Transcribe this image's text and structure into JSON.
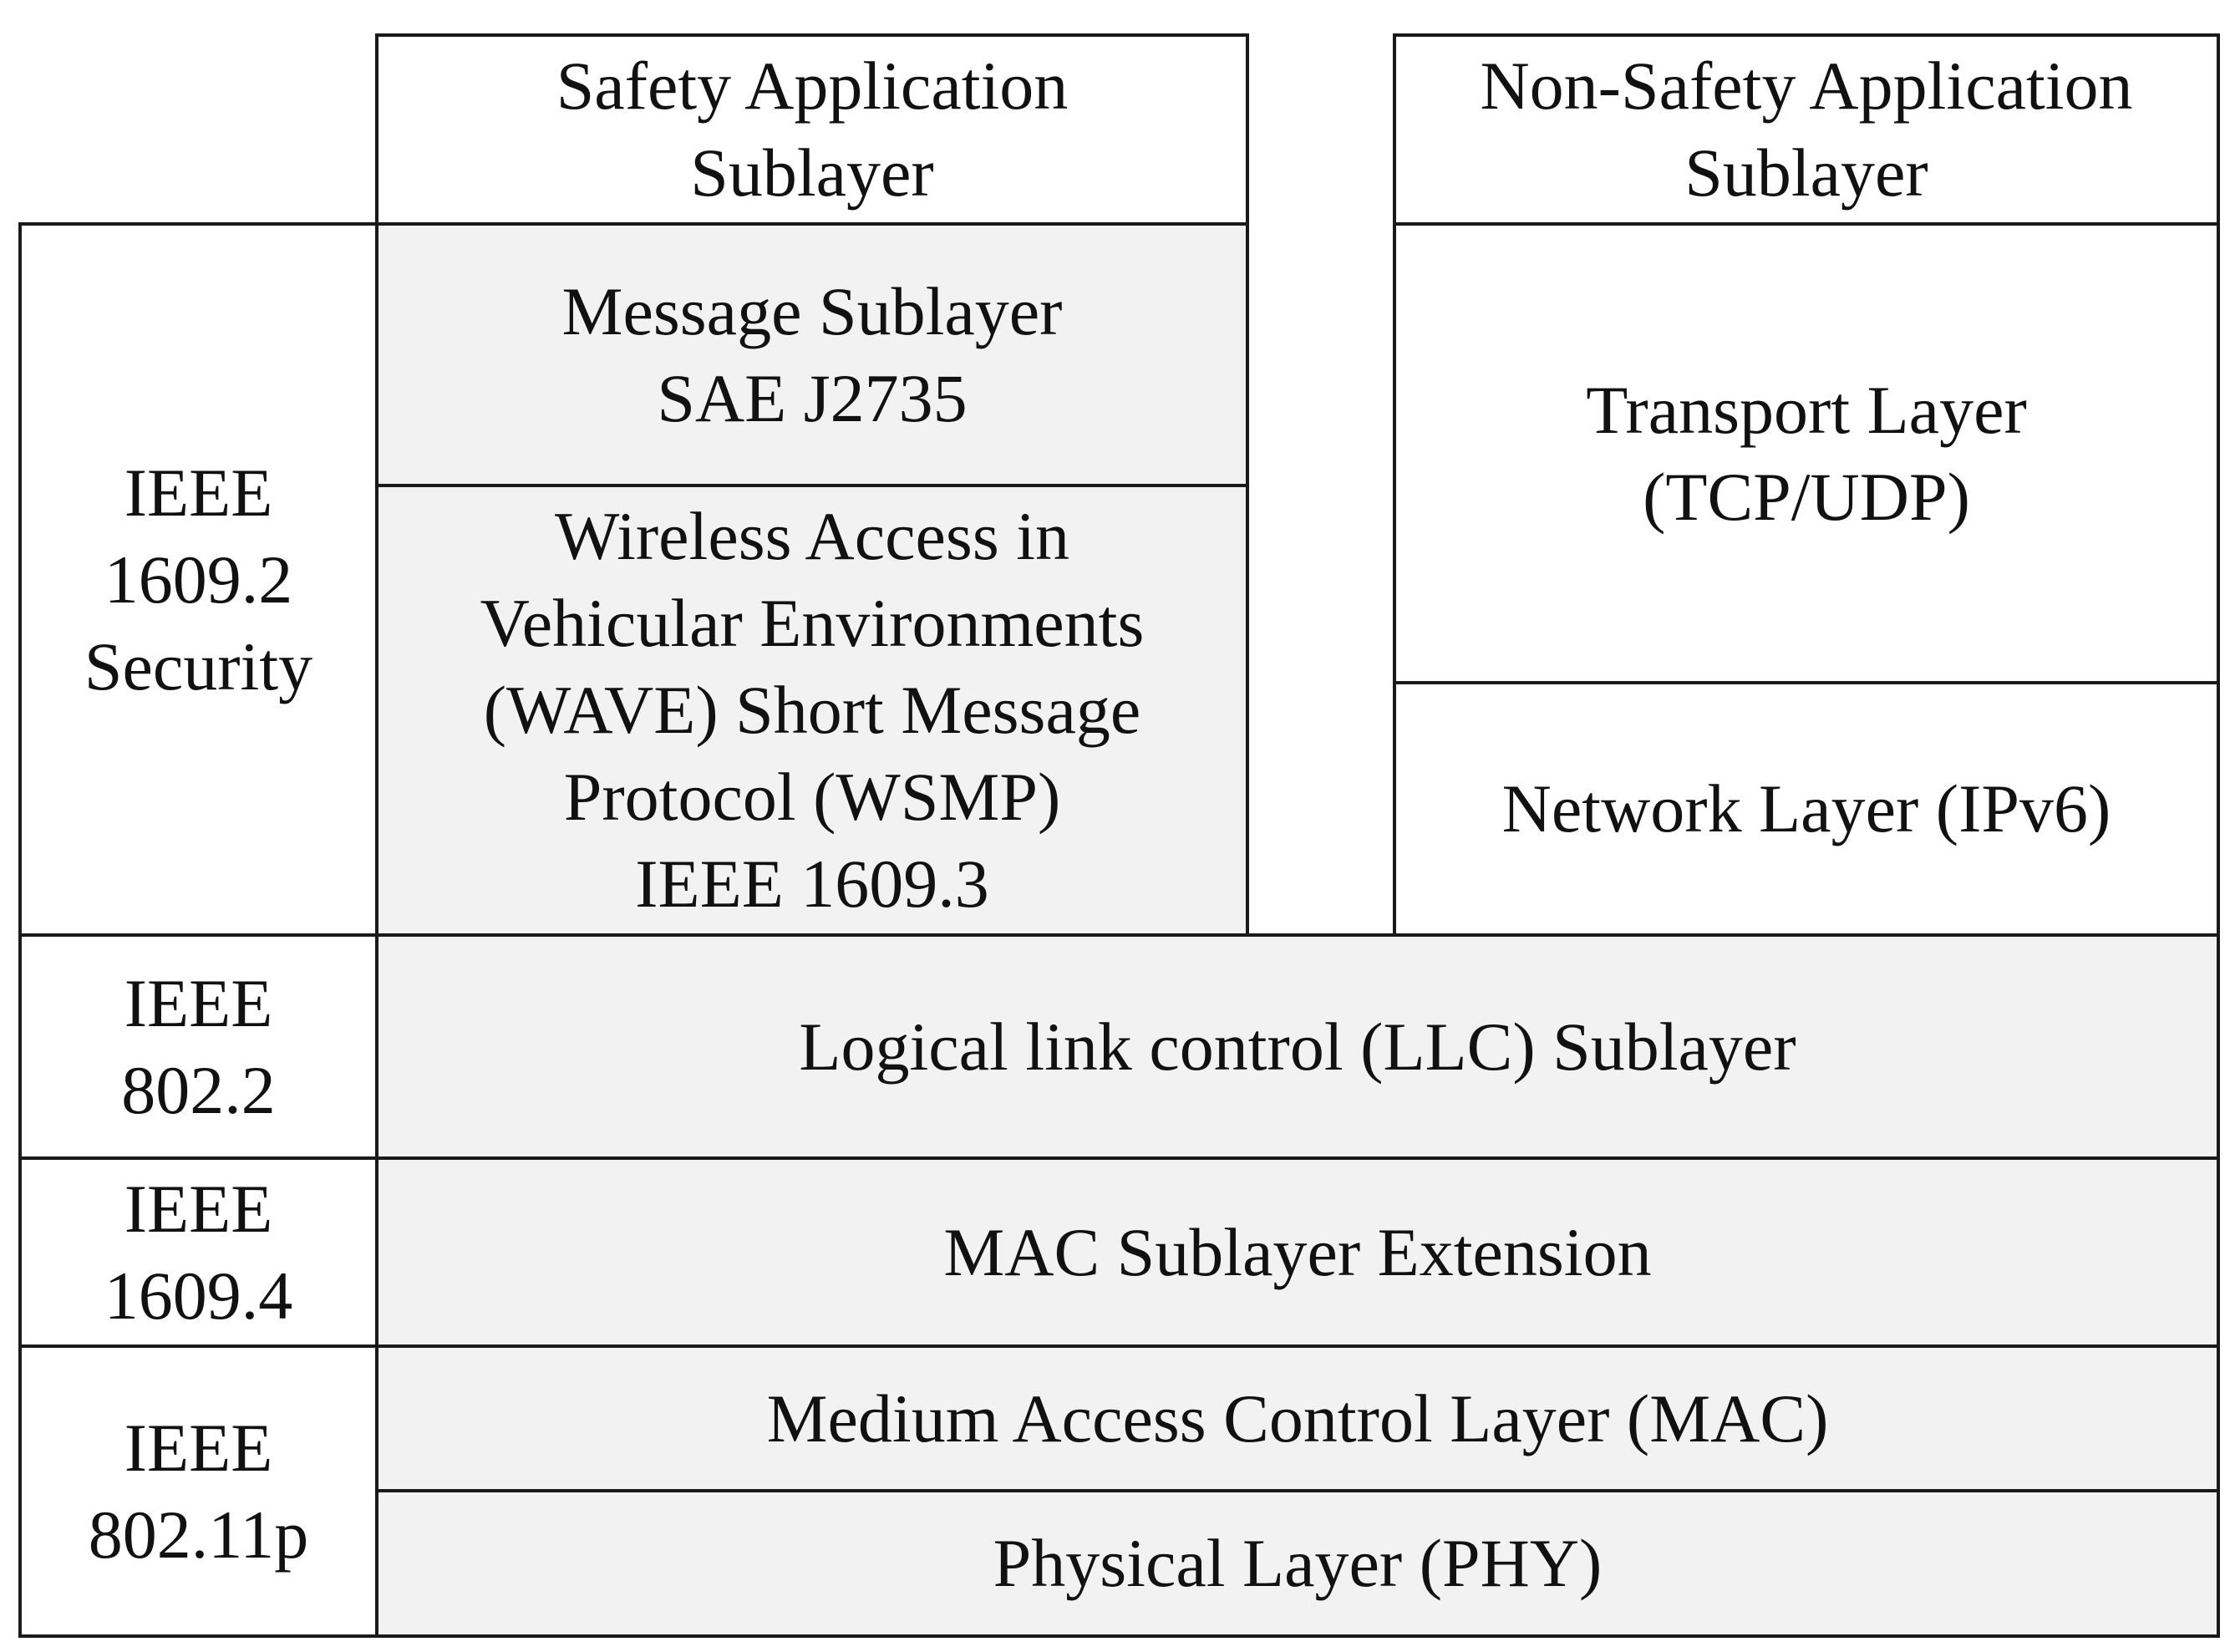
{
  "colors": {
    "border": "#1a1a1a",
    "text": "#111111",
    "shaded_fill": "#f2f2f2",
    "plain_fill": "#ffffff"
  },
  "diagram": {
    "safety_app": "Safety Application\nSublayer",
    "non_safety_app": "Non-Safety Application\nSublayer",
    "security": "IEEE\n1609.2\nSecurity",
    "message_sublayer": "Message Sublayer\nSAE J2735",
    "wsmp": "Wireless Access in\nVehicular Environments\n(WAVE) Short Message\nProtocol (WSMP)\nIEEE 1609.3",
    "transport": "Transport Layer\n(TCP/UDP)",
    "network": "Network Layer (IPv6)",
    "ieee_802_2": "IEEE\n802.2",
    "llc": "Logical link control (LLC) Sublayer",
    "ieee_1609_4": "IEEE\n1609.4",
    "mac_ext": "MAC Sublayer Extension",
    "ieee_802_11p": "IEEE\n802.11p",
    "mac": "Medium Access Control Layer (MAC)",
    "phy": "Physical Layer (PHY)"
  }
}
